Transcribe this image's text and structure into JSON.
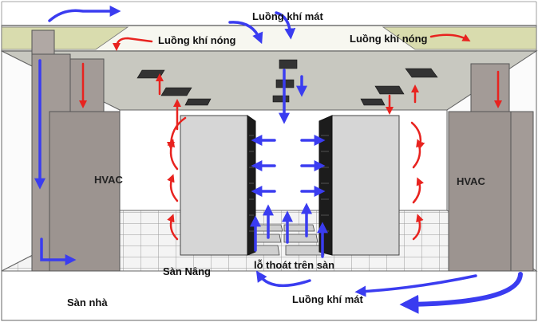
{
  "labels": {
    "cool_air_top": "Luồng khí mát",
    "hot_air_left": "Luồng khí nóng",
    "hot_air_right": "Luồng khí nóng",
    "hvac_left": "HVAC",
    "hvac_right": "HVAC",
    "raised_floor": "Sàn Nâng",
    "floor_vents": "lỗ thoát trên sàn",
    "floor": "Sàn nhà",
    "cool_air_bottom": "Luồng khí mát"
  },
  "colors": {
    "cool_air": "#3a3cf0",
    "hot_air": "#e8231f",
    "ceiling": "#c8c8c0",
    "plenum": "#d9dcae",
    "hvac": "#a39b97",
    "rack": "#d6d6d6"
  }
}
